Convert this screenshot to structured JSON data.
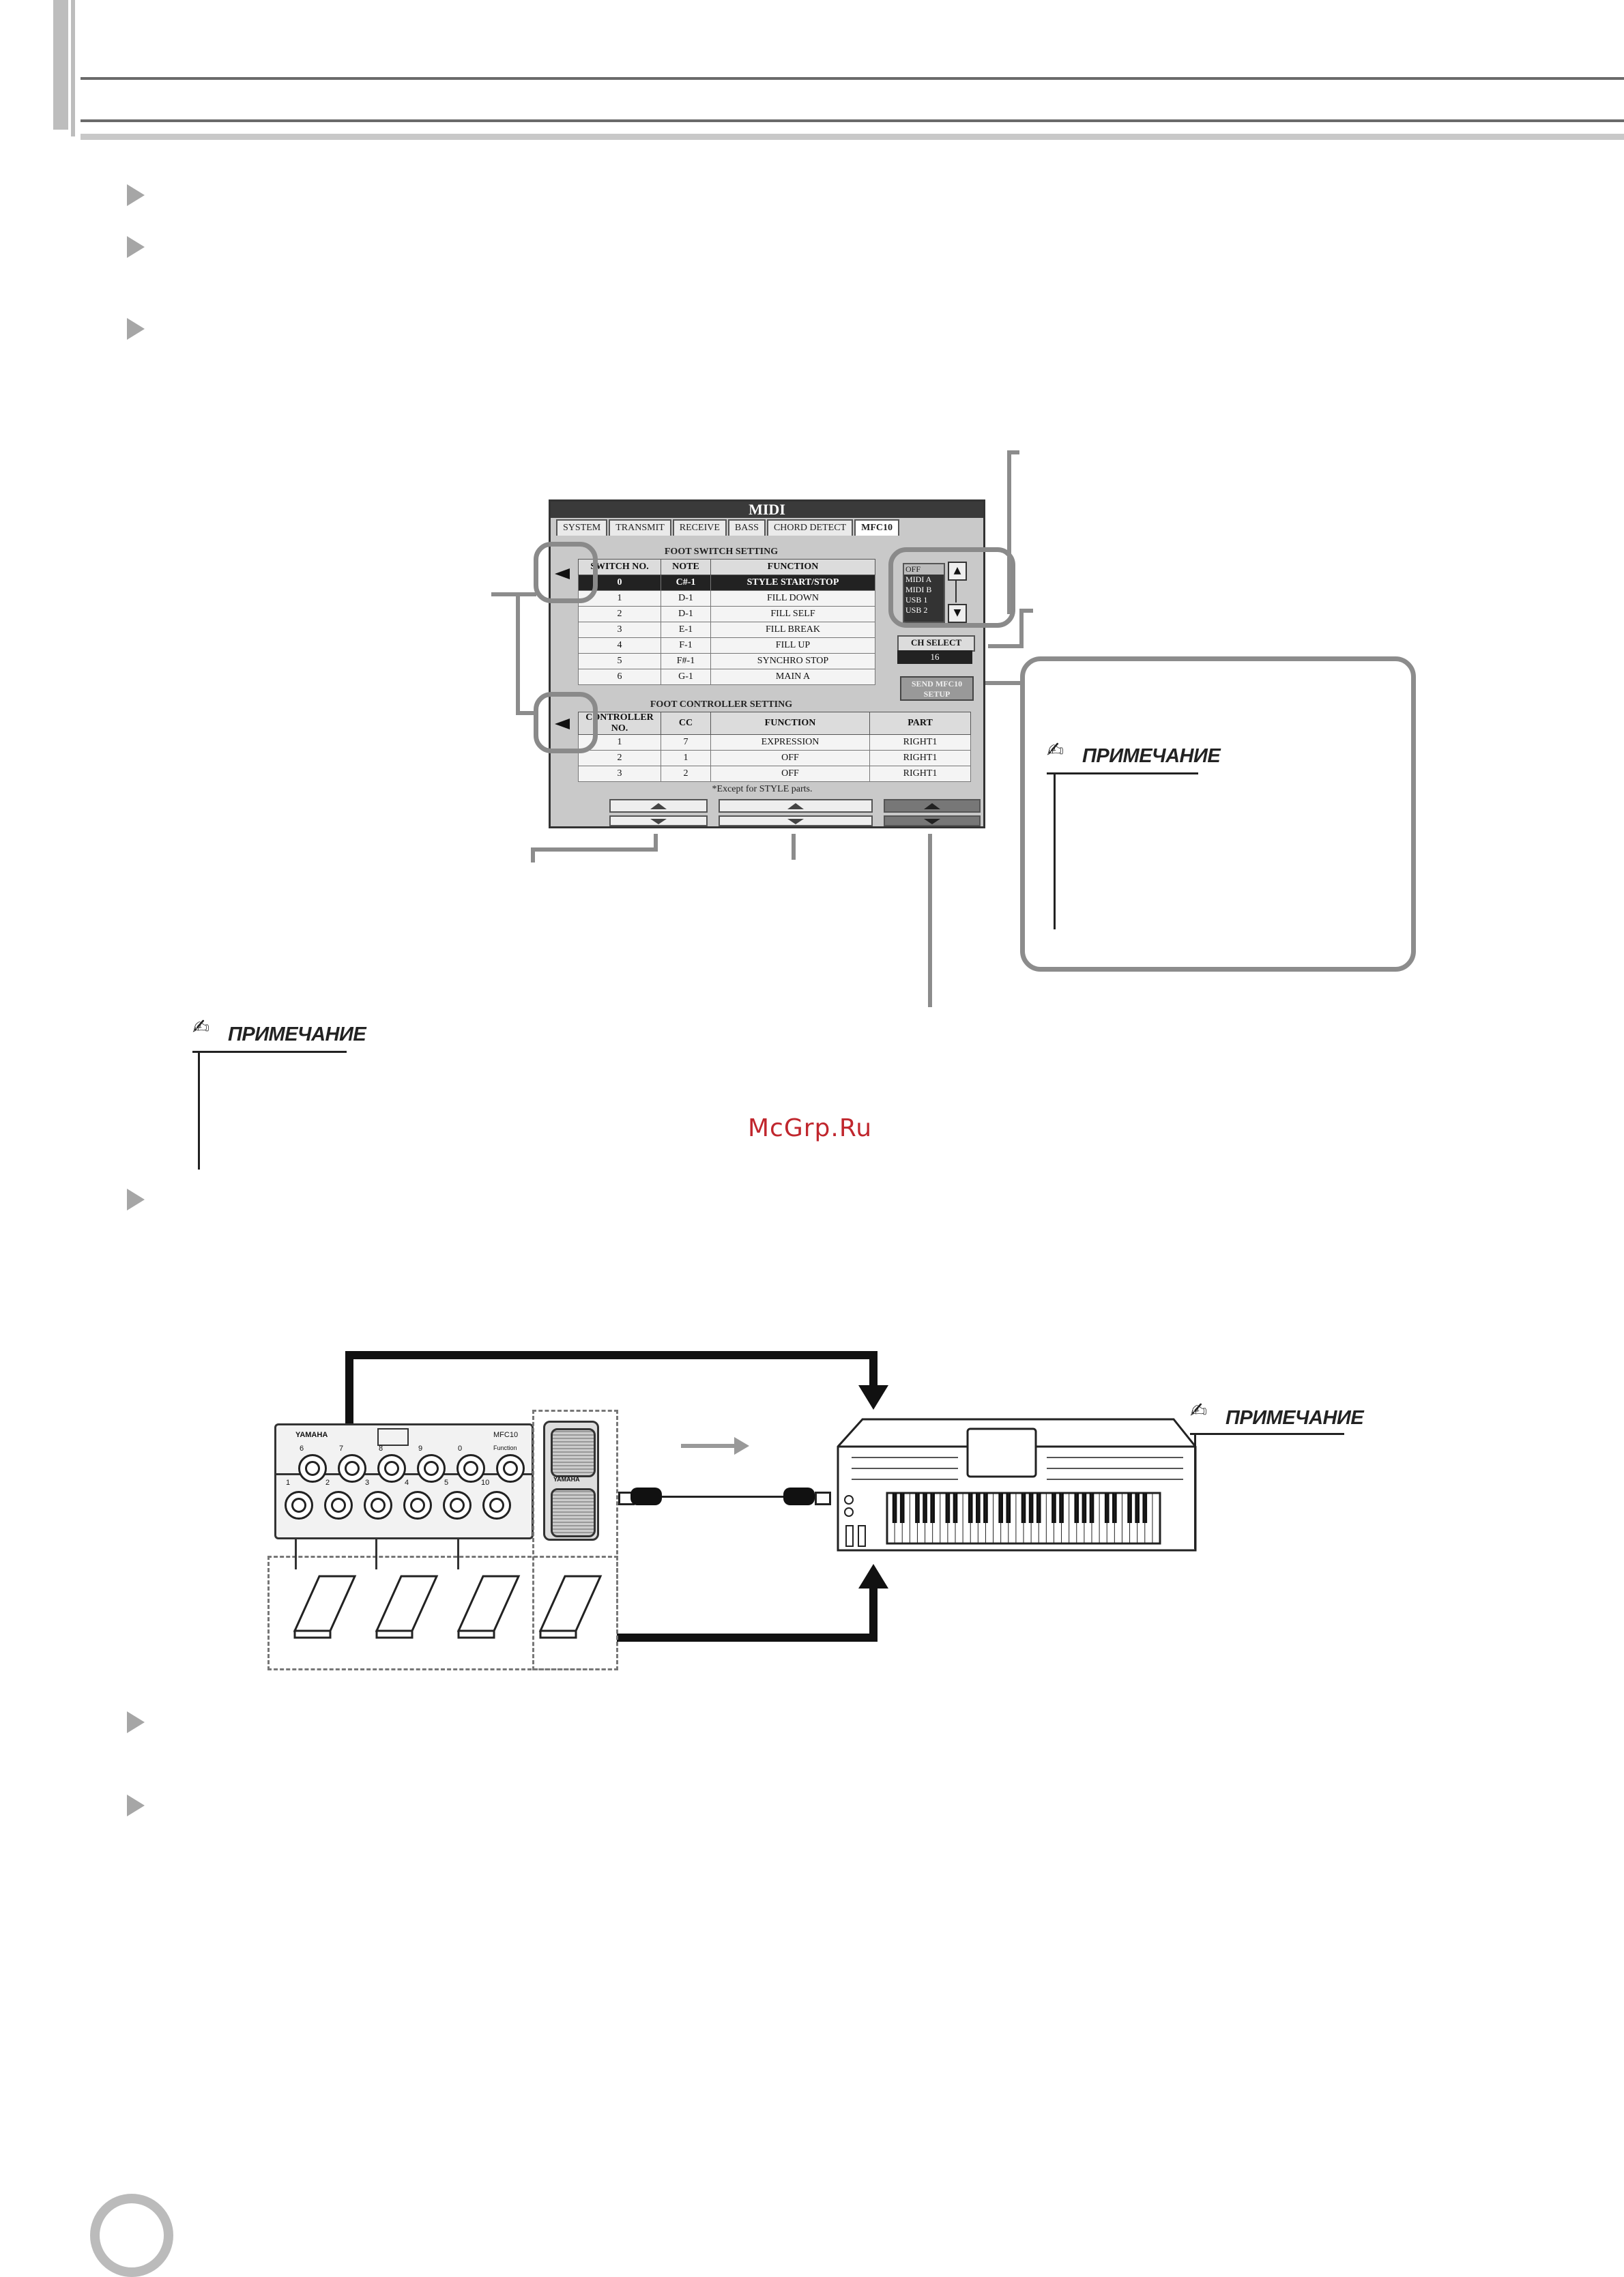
{
  "lcd": {
    "title": "MIDI",
    "tabs": [
      "SYSTEM",
      "TRANSMIT",
      "RECEIVE",
      "BASS",
      "CHORD DETECT",
      "MFC10"
    ],
    "foot_switch": {
      "title": "FOOT SWITCH SETTING",
      "headers": [
        "SWITCH NO.",
        "NOTE",
        "FUNCTION"
      ],
      "rows": [
        [
          "0",
          "C#-1",
          "STYLE START/STOP"
        ],
        [
          "1",
          "D-1",
          "FILL DOWN"
        ],
        [
          "2",
          "D-1",
          "FILL SELF"
        ],
        [
          "3",
          "E-1",
          "FILL BREAK"
        ],
        [
          "4",
          "F-1",
          "FILL UP"
        ],
        [
          "5",
          "F#-1",
          "SYNCHRO STOP"
        ],
        [
          "6",
          "G-1",
          "MAIN A"
        ]
      ]
    },
    "foot_controller": {
      "title": "FOOT CONTROLLER SETTING",
      "headers": [
        "CONTROLLER NO.",
        "CC",
        "FUNCTION",
        "PART"
      ],
      "rows": [
        [
          "1",
          "7",
          "EXPRESSION",
          "RIGHT1"
        ],
        [
          "2",
          "1",
          "OFF",
          "RIGHT1"
        ],
        [
          "3",
          "2",
          "OFF",
          "RIGHT1"
        ]
      ]
    },
    "port_options": [
      "OFF",
      "MIDI A",
      "MIDI B",
      "USB 1",
      "USB 2"
    ],
    "ch_select_label": "CH SELECT",
    "ch_select_value": "16",
    "send_button": "SEND MFC10 SETUP",
    "footnote": "*Except for STYLE parts."
  },
  "notes": {
    "label": "ПРИМЕЧАНИЕ"
  },
  "watermark": "McGrp.Ru",
  "diagram": {
    "mfc_brand": "YAMAHA",
    "mfc_model": "MFC10",
    "pedal_brand": "YAMAHA",
    "upper_switch_labels": [
      "6",
      "7",
      "8",
      "9",
      "0",
      "Function"
    ],
    "lower_switch_labels": [
      "1",
      "2",
      "3",
      "4",
      "5",
      "10"
    ]
  }
}
